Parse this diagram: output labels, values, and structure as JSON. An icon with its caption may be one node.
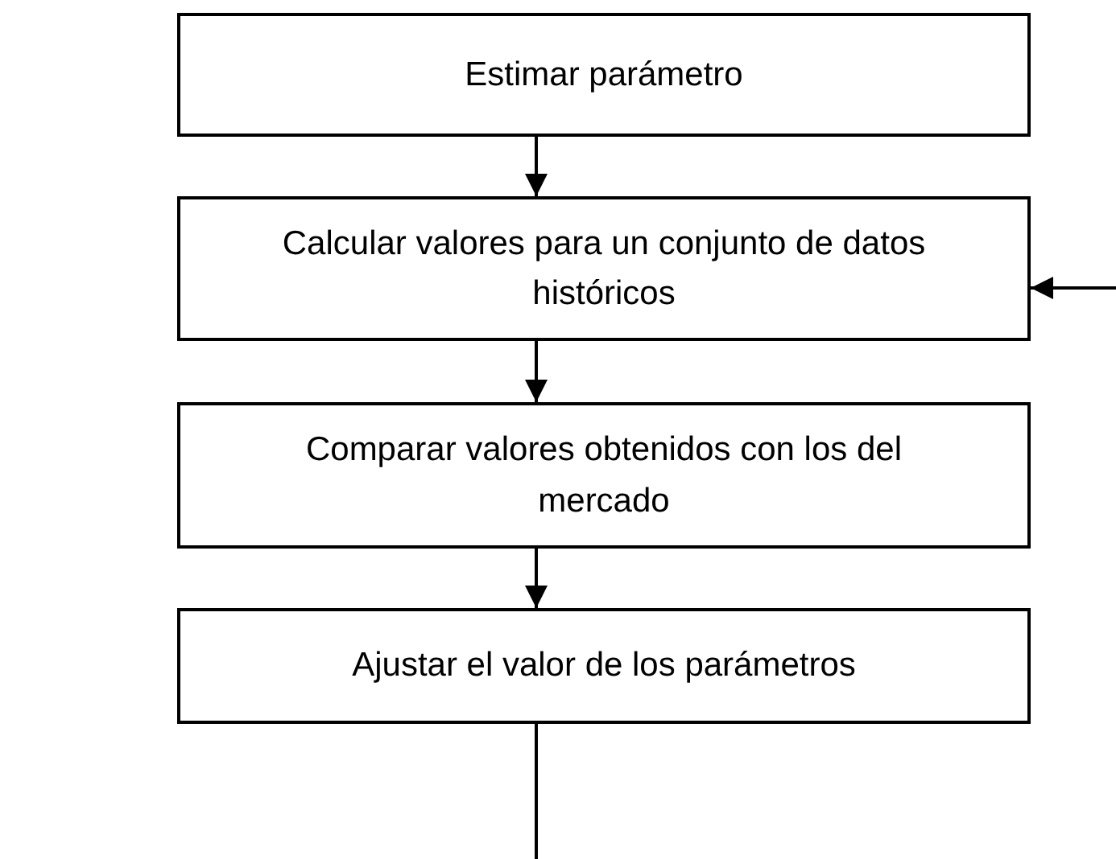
{
  "diagram": {
    "nodes": [
      {
        "text": [
          "Estimar parámetro"
        ]
      },
      {
        "text": [
          "Calcular valores para un conjunto de datos históricos"
        ]
      },
      {
        "text": [
          "Comparar valores obtenidos con los del mercado"
        ]
      },
      {
        "text": [
          "Ajustar el valor de los parámetros"
        ]
      }
    ],
    "edges": [
      {
        "from": 0,
        "to": 1,
        "arrow": "to"
      },
      {
        "from": 1,
        "to": 2,
        "arrow": "to"
      },
      {
        "from": 2,
        "to": 3,
        "arrow": "to"
      },
      {
        "from": 3,
        "to": null,
        "arrow": "none"
      },
      {
        "from": null,
        "to": 1,
        "arrow": "to"
      }
    ]
  }
}
